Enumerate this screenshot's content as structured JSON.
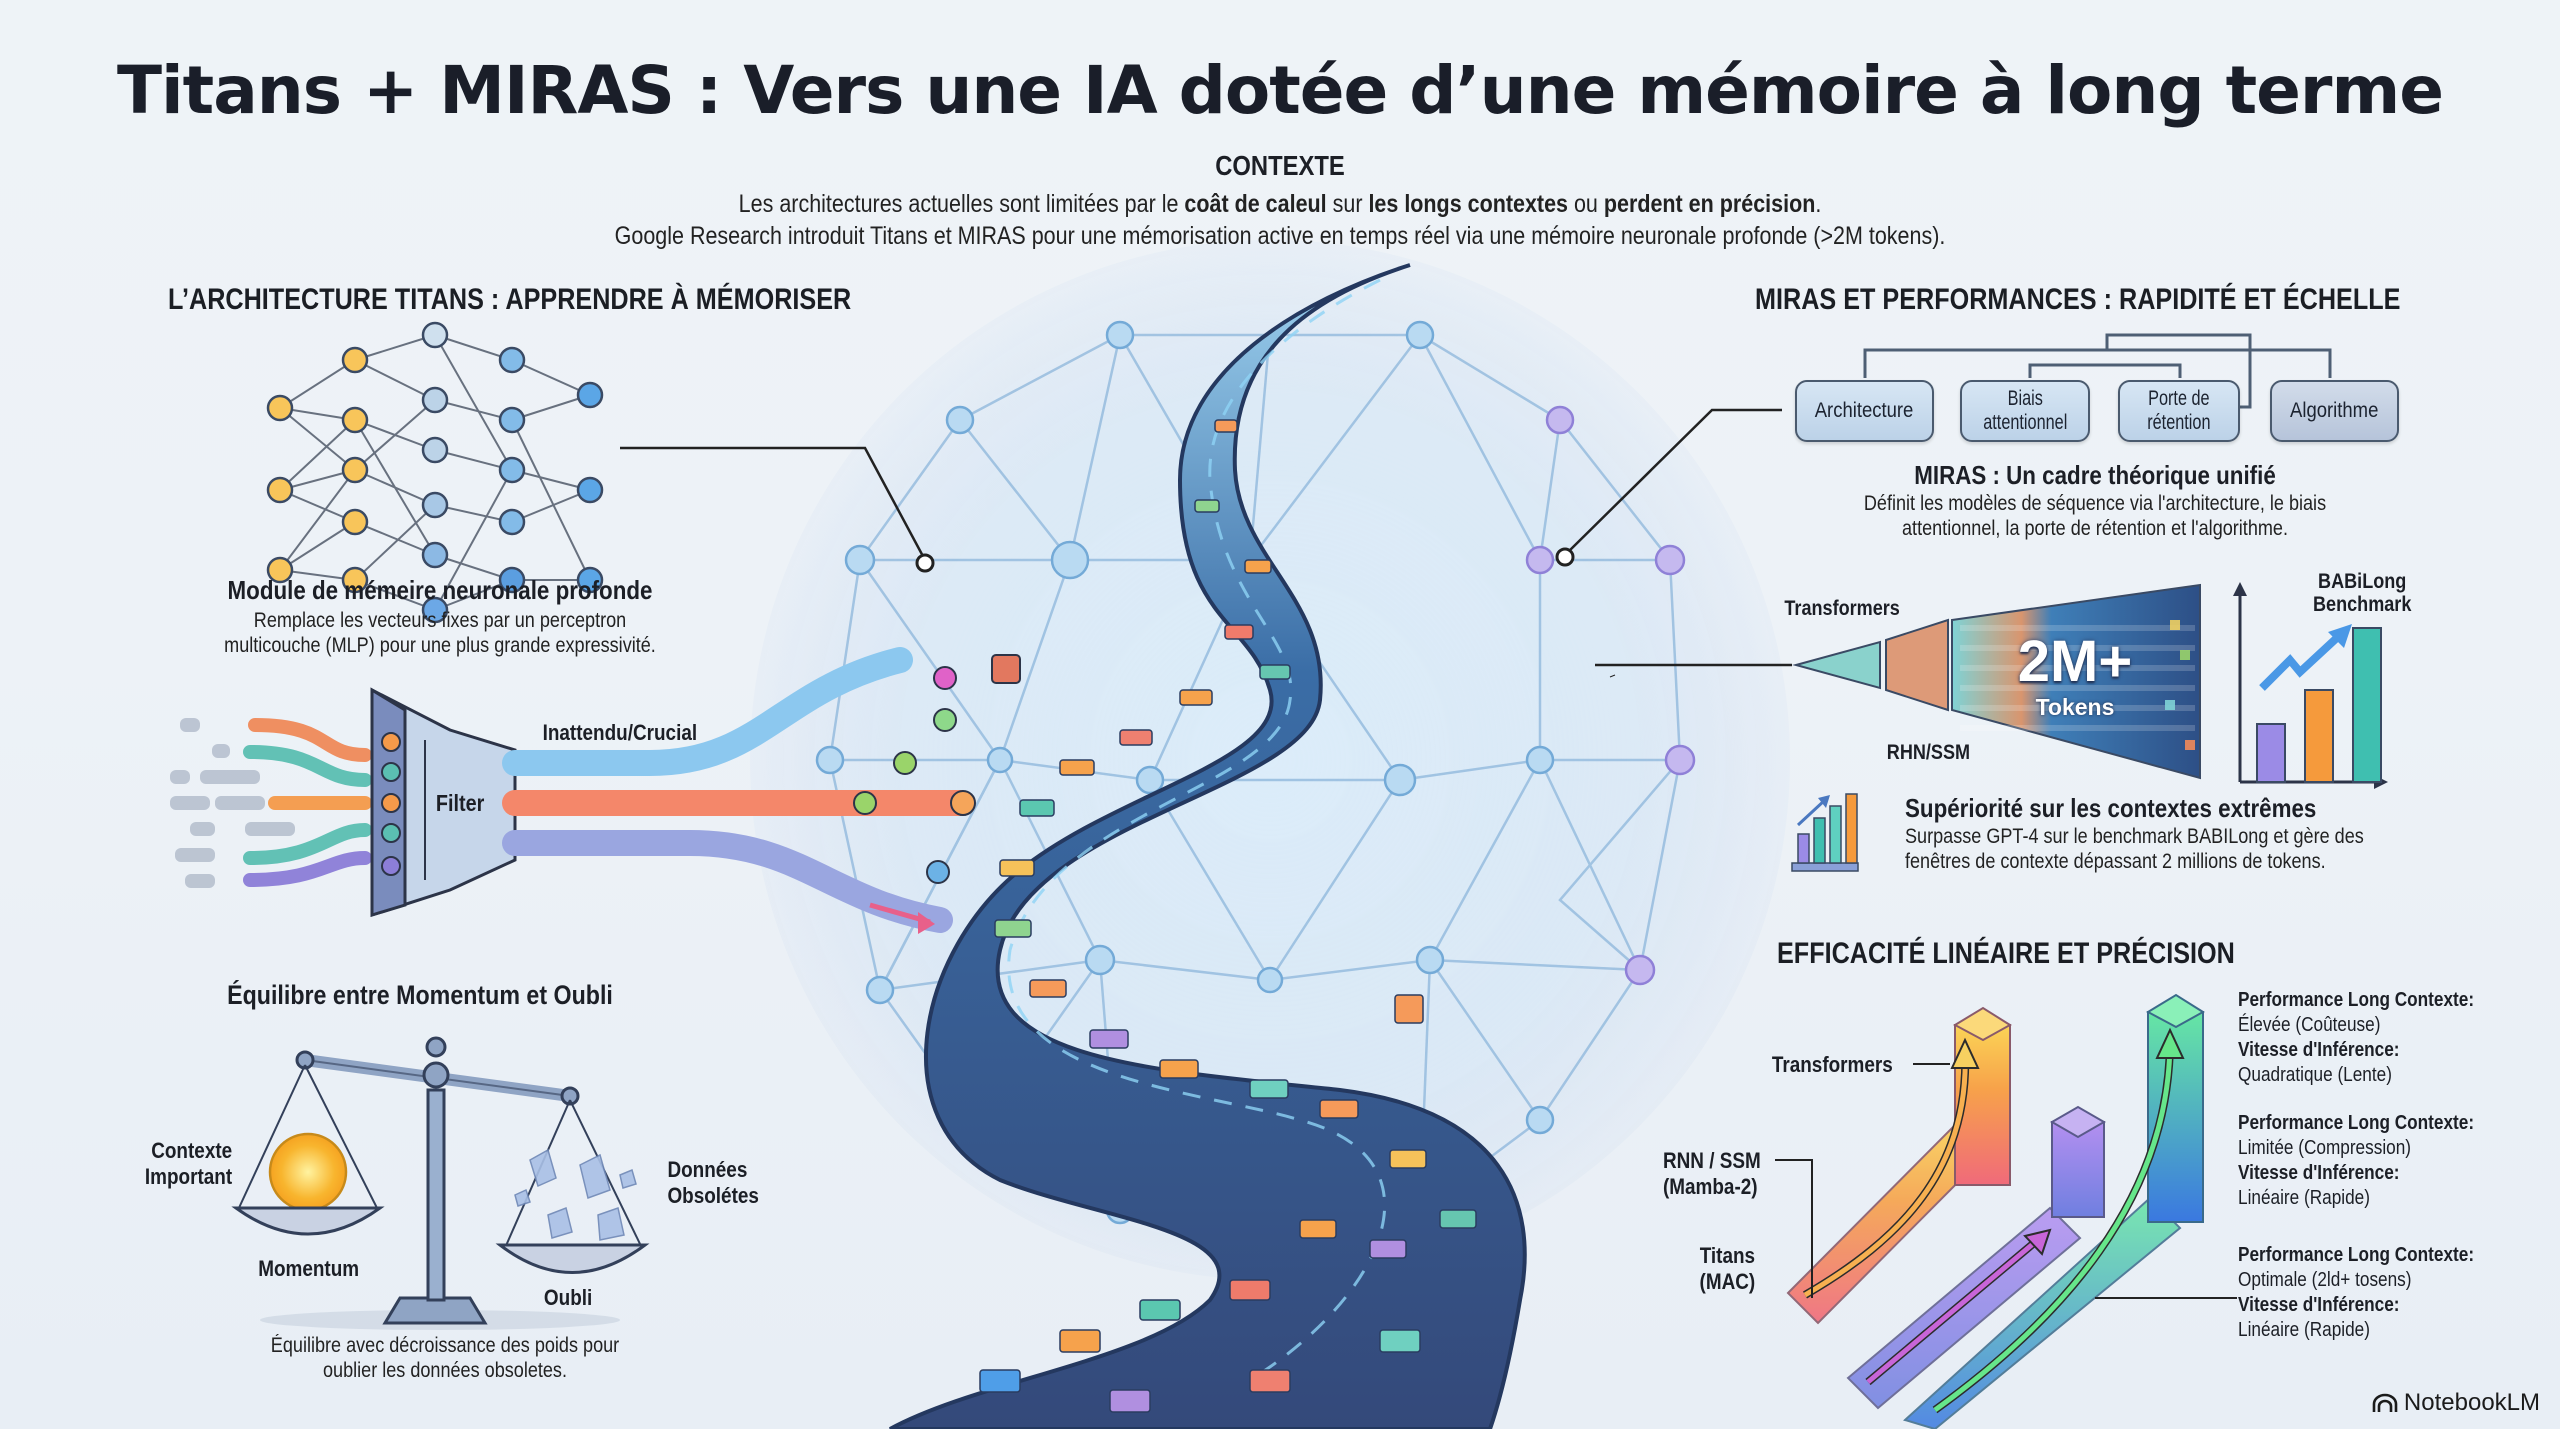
{
  "header": {
    "title": "Titans + MIRAS : Vers une IA dotée d’une mémoire à long terme",
    "context_heading": "CONTEXTE",
    "context_line1": {
      "p1": "Les architectures actuelles sont limitées par le ",
      "b1": "coât de caleul",
      "p2": " sur ",
      "b2": "les longs contextes",
      "p3": " ou ",
      "b3": "perdent en précision",
      "p4": "."
    },
    "context_line2": "Google Research introduit Titans et MIRAS pour une mémorisation active en temps réel via une mémoire neuronale profonde (>2M tokens)."
  },
  "left": {
    "section_title": "L’ARCHITECTURE TITANS : APPRENDRE À MÉMORISER",
    "memory_module": {
      "title": "Module de mémeire neuronale profonde",
      "text_line1": "Remplace les vecteurs fixes par un perceptron",
      "text_line2": "multicouche (MLP) pour une plus grande expressivité."
    },
    "filter": {
      "label": "Filter",
      "output_label": "Inattendu/Crucial"
    },
    "balance": {
      "title": "Équilibre entre Momentum et Oubli",
      "left_label_line1": "Contexte",
      "left_label_line2": "Important",
      "left_pan": "Momentum",
      "right_label_line1": "Données",
      "right_label_line2": "Obsolétes",
      "right_pan": "Oubli",
      "caption_line1": "Équilibre avec décroissance des poids pour",
      "caption_line2": "oublier les données obsoletes."
    }
  },
  "right": {
    "section_title": "MIRAS ET PERFORMANCES : RAPIDITÉ ET ÉCHELLE",
    "miras_boxes": [
      {
        "label": "Architecture"
      },
      {
        "label": "Biais attentionnel",
        "line1": "Biais",
        "line2": "attentionnel"
      },
      {
        "label": "Porte de rétention",
        "line1": "Porte de",
        "line2": "rétention"
      },
      {
        "label": "Algorithme"
      }
    ],
    "miras_caption": {
      "title": "MIRAS : Un cadre théorique unifié",
      "text_line1": "Définit les modèles de séquence via l'architecture, le biais",
      "text_line2": "attentionnel, la porte de rétention et l'algorithme."
    },
    "scale": {
      "transformers_label": "Transformers",
      "rhn_label": "RHN/SSM",
      "big_value": "2M+",
      "big_unit": "Tokens",
      "benchmark_label_line1": "BABiLong",
      "benchmark_label_line2": "Benchmark"
    },
    "superiority": {
      "title": "Supériorité sur les contextes extrêmes",
      "text_line1": "Surpasse GPT-4 sur le benchmark BABILong et gère des",
      "text_line2": "fenêtres de contexte dépassant 2 millions de tokens."
    },
    "efficiency": {
      "section_title": "EFFICACITÉ LINÉAIRE ET PRÉCISION",
      "labels": {
        "transformers": "Transformers",
        "rnn_line1": "RNN / SSM",
        "rnn_line2": "(Mamba-2)",
        "titans_line1": "Titans",
        "titans_line2": "(MAC)"
      },
      "notes": [
        {
          "perf_label": "Performance Long Contexte:",
          "perf_value": "Élevée (Coûteuse)",
          "speed_label": "Vitesse d'Inférence:",
          "speed_value": "Quadratique (Lente)"
        },
        {
          "perf_label": "Performance Long Contexte:",
          "perf_value": "Limitée (Compression)",
          "speed_label": "Vitesse d'Inférence:",
          "speed_value": "Linéaire (Rapide)"
        },
        {
          "perf_label": "Performance Long Contexte:",
          "perf_value": "Optimale (2ld+ tosens)",
          "speed_label": "Vitesse d'Inférence:",
          "speed_value": "Linéaire (Rapide)"
        }
      ]
    }
  },
  "footer": {
    "brand": "NotebookLM"
  },
  "colors": {
    "background": "#edf2f7",
    "text": "#1c1f26",
    "network_line": "#8fb8db",
    "road": "#3b5a8e",
    "transformers_bar": "#f59a3c",
    "rnn_bar": "#8a70d6",
    "titans_bar": "#3fc79a"
  }
}
